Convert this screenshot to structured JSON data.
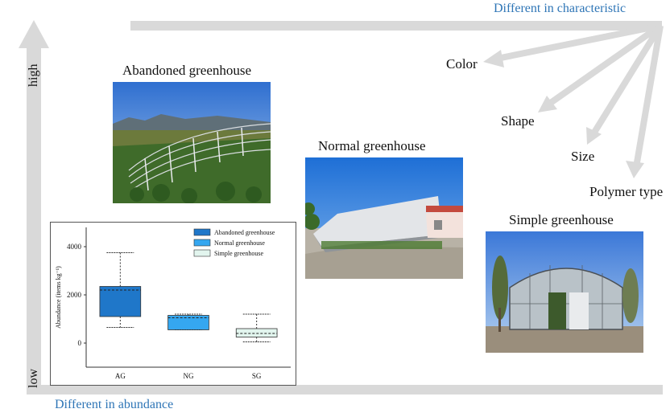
{
  "axes": {
    "top_label": "Different in characteristic",
    "bottom_label": "Different in abundance",
    "high_label": "high",
    "low_label": "low"
  },
  "characteristics": [
    "Color",
    "Shape",
    "Size",
    "Polymer type"
  ],
  "photos": {
    "abandoned": "Abandoned greenhouse",
    "normal": "Normal greenhouse",
    "simple": "Simple greenhouse"
  },
  "colors": {
    "arrow": "#d9d9d9",
    "abandoned": "#1f77c9",
    "normal": "#35a7f0",
    "simple": "#e2f5ee",
    "text_blue": "#2e75b6"
  },
  "chart_data": {
    "type": "box",
    "ylabel": "Abundance (items kg⁻¹)",
    "ylim": [
      -1000,
      4800
    ],
    "yticks": [
      0,
      2000,
      4000
    ],
    "categories": [
      "AG",
      "NG",
      "SG"
    ],
    "series": [
      {
        "name": "Abandoned greenhouse",
        "min": 650,
        "q1": 1100,
        "median": 2200,
        "q3": 2350,
        "max": 3750
      },
      {
        "name": "Normal greenhouse",
        "min": 550,
        "q1": 550,
        "median": 1050,
        "q3": 1150,
        "max": 1200
      },
      {
        "name": "Simple greenhouse",
        "min": 50,
        "q1": 250,
        "median": 400,
        "q3": 600,
        "max": 1200
      }
    ],
    "legend_position": "top-right"
  }
}
